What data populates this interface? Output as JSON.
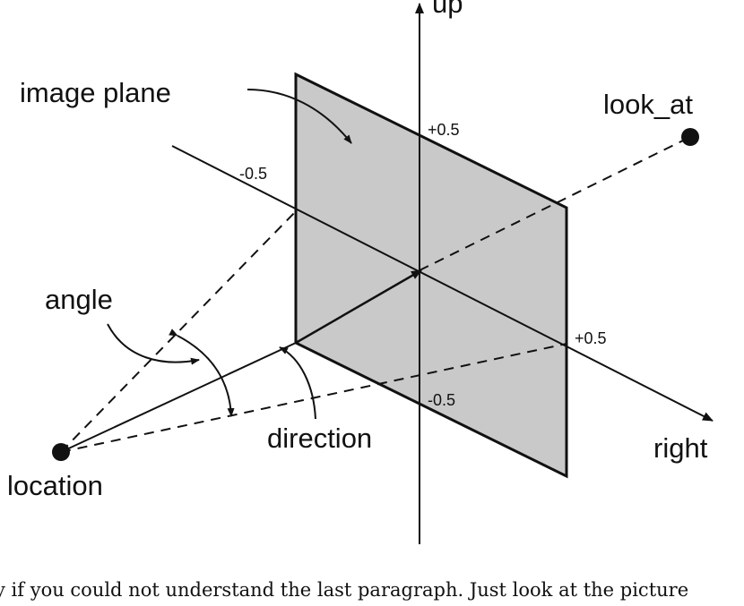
{
  "labels": {
    "up": "up",
    "image_plane": "image plane",
    "look_at": "look_at",
    "plus_half_up": "+0.5",
    "minus_half_left": "-0.5",
    "angle": "angle",
    "plus_half_right": "+0.5",
    "minus_half_down": "-0.5",
    "direction": "direction",
    "right": "right",
    "location": "location"
  },
  "caption": "y if you could not understand the last paragraph. Just look at the picture",
  "colors": {
    "plane_fill": "#c9c9c9",
    "line": "#111111",
    "background": "#ffffff"
  }
}
